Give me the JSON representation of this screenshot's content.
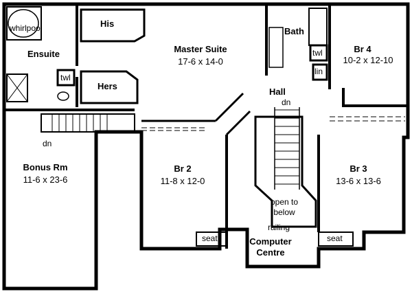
{
  "rooms": {
    "master_suite": {
      "name": "Master Suite",
      "dims": "17-6 x 14-0"
    },
    "br4": {
      "name": "Br 4",
      "dims": "10-2 x 12-10"
    },
    "br2": {
      "name": "Br 2",
      "dims": "11-8 x 12-0"
    },
    "br3": {
      "name": "Br 3",
      "dims": "13-6 x 13-6"
    },
    "bonus": {
      "name": "Bonus Rm",
      "dims": "11-6 x 23-6"
    },
    "ensuite": {
      "name": "Ensuite"
    },
    "his": {
      "name": "His"
    },
    "hers": {
      "name": "Hers"
    },
    "bath": {
      "name": "Bath"
    },
    "hall": {
      "name": "Hall"
    },
    "computer": {
      "name_line1": "Computer",
      "name_line2": "Centre"
    }
  },
  "fixtures": {
    "whirlpool": "whirlpool",
    "twl_ensuite": "twl",
    "twl_bath": "twl",
    "lin": "lin",
    "seat_left": "seat",
    "seat_right": "seat",
    "railing": "railing",
    "open_line1": "open to",
    "open_line2": "below",
    "dn_hall": "dn",
    "dn_bonus": "dn"
  }
}
